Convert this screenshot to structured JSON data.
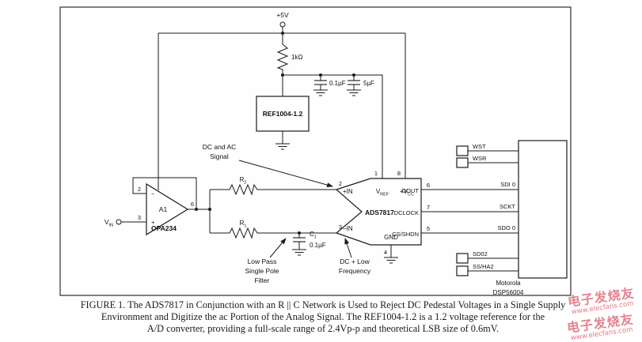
{
  "supply": {
    "label": "+5V"
  },
  "bias_resistor": {
    "label": "1kΩ"
  },
  "decoupling": {
    "c_small": "0.1µF",
    "c_big": "5µF"
  },
  "ref": {
    "label": "REF1004-1.2"
  },
  "vin": {
    "main": "V",
    "sub": "IN"
  },
  "opamp": {
    "name": "A1",
    "part": "OPA234",
    "pin_inv": "2",
    "pin_noninv": "3",
    "pin_out": "6",
    "minus": "−",
    "plus": "+"
  },
  "r2": {
    "main": "R",
    "sub": "2"
  },
  "r1": {
    "main": "R",
    "sub": "1"
  },
  "c1": {
    "main": "C",
    "sub": "1",
    "value": "0.1µF"
  },
  "notes": {
    "dc_ac_1": "DC and AC",
    "dc_ac_2": "Signal",
    "lp_1": "Low Pass",
    "lp_2": "Single Pole",
    "lp_3": "Filter",
    "dclow_1": "DC + Low",
    "dclow_2": "Frequency"
  },
  "adc": {
    "part": "ADS7817",
    "pin1": "1",
    "pin8": "8",
    "pin2": "2",
    "pin3": "3",
    "pin4": "4",
    "pin5": "5",
    "pin6": "6",
    "pin7": "7",
    "vref_main": "V",
    "vref_sub": "REF",
    "vcc_main": "+V",
    "vcc_sub": "CC",
    "in_pos": "+IN",
    "in_neg": "−IN",
    "dout": "DOUT",
    "dclock": "DCLOCK",
    "cs": "CS/SHDN",
    "gnd": "GND"
  },
  "dsp": {
    "maker": "Motorola",
    "part": "DSP56004",
    "wst": "WST",
    "wsr": "WSR",
    "sdi": "SDI 0",
    "sck": "SCKT",
    "sdo": "SDO 0",
    "sd02": "SD02",
    "ss": "SS/HA2"
  },
  "caption": {
    "line1": "FIGURE 1. The ADS7817 in Conjunction with an R || C Network is Used to Reject DC Pedestal Voltages in a Single Supply",
    "line2": "Environment and Digitize the ac Portion of the Analog Signal. The REF1004-1.2 is a 1.2 voltage reference for the",
    "line3": "A/D converter, providing a full-scale range of 2.4Vp-p and theoretical LSB size of 0.6mV."
  },
  "watermark": {
    "cn": "电子发烧友",
    "url": "www.elecfans.com"
  }
}
